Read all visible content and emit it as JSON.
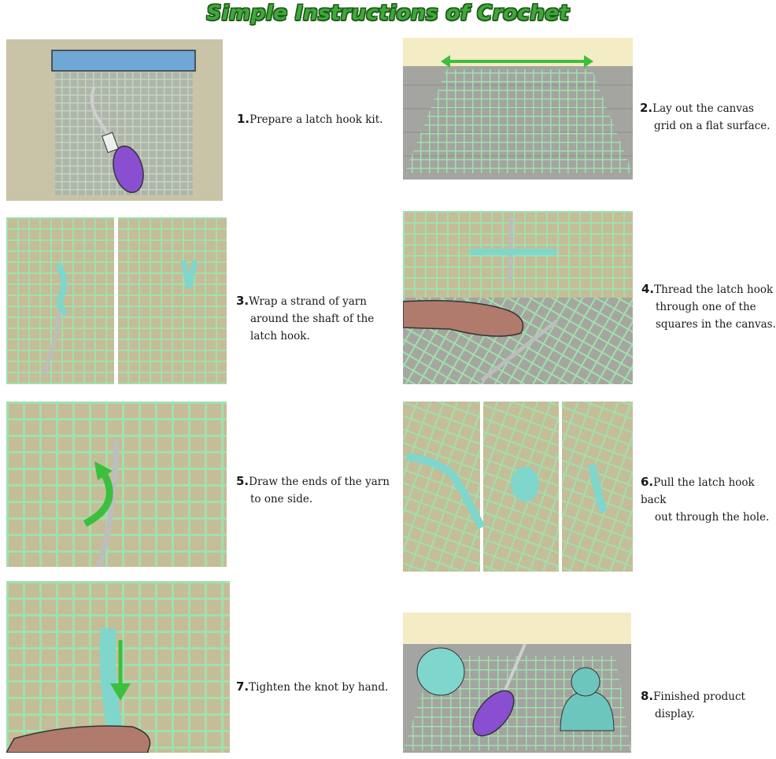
{
  "title": "Simple Instructions of Crochet",
  "steps": [
    {
      "num": "1.",
      "lines": [
        "Prepare a latch hook kit."
      ]
    },
    {
      "num": "2.",
      "lines": [
        "Lay out the canvas",
        "grid on a flat surface."
      ]
    },
    {
      "num": "3.",
      "lines": [
        "Wrap a strand of yarn",
        "around the shaft of the",
        "latch hook."
      ]
    },
    {
      "num": "4.",
      "lines": [
        "Thread the latch hook",
        "through one of the",
        "squares in the canvas."
      ]
    },
    {
      "num": "5.",
      "lines": [
        "Draw the ends of the yarn",
        "to one side."
      ]
    },
    {
      "num": "6.",
      "lines": [
        "Pull the latch hook back",
        "out through the hole."
      ]
    },
    {
      "num": "7.",
      "lines": [
        "Tighten the knot by hand."
      ]
    },
    {
      "num": "8.",
      "lines": [
        "Finished product",
        "display."
      ]
    }
  ],
  "colors": {
    "title": "#3fa83a",
    "canvas_bg": "#c5bd98",
    "grid": "#9fe0ae",
    "yarn": "#7fd6cc",
    "hook_handle": "#8a4fd0",
    "arrow": "#3cbf3c",
    "finger": "#b07a6c"
  },
  "icons": [
    "latch-hook-kit-icon",
    "canvas-grid-icon",
    "latch-hook-icon",
    "yarn-ball-icon",
    "knit-hat-icon",
    "arrow-icon",
    "finger-icon"
  ]
}
